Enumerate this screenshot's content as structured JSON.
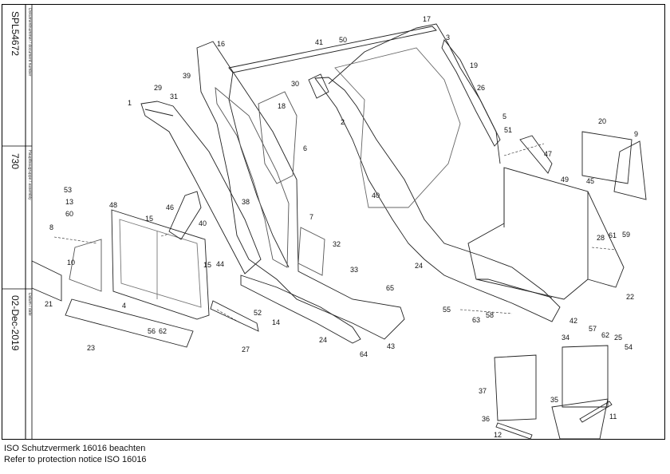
{
  "side_panel": {
    "document_number_label": "Dokumentnummer / document number",
    "document_number": "SPL54672",
    "assembly_label": "Hauptbaugruppe / assembly",
    "assembly": "730",
    "date_label": "Datum / date",
    "date": "02-Dec-2019"
  },
  "callouts": [
    "1",
    "2",
    "3",
    "4",
    "5",
    "6",
    "7",
    "8",
    "9",
    "10",
    "11",
    "12",
    "13",
    "14",
    "15",
    "15",
    "16",
    "17",
    "18",
    "19",
    "20",
    "21",
    "22",
    "23",
    "24",
    "24",
    "25",
    "26",
    "27",
    "28",
    "29",
    "30",
    "31",
    "32",
    "33",
    "34",
    "35",
    "36",
    "37",
    "38",
    "39",
    "40",
    "40",
    "41",
    "42",
    "43",
    "44",
    "45",
    "46",
    "47",
    "48",
    "49",
    "50",
    "51",
    "52",
    "53",
    "54",
    "55",
    "56",
    "57",
    "58",
    "59",
    "60",
    "61",
    "62",
    "62",
    "63",
    "64",
    "65"
  ],
  "footer": {
    "line1": "ISO Schutzvermerk 16016 beachten",
    "line2": "Refer to protection notice ISO 16016"
  }
}
